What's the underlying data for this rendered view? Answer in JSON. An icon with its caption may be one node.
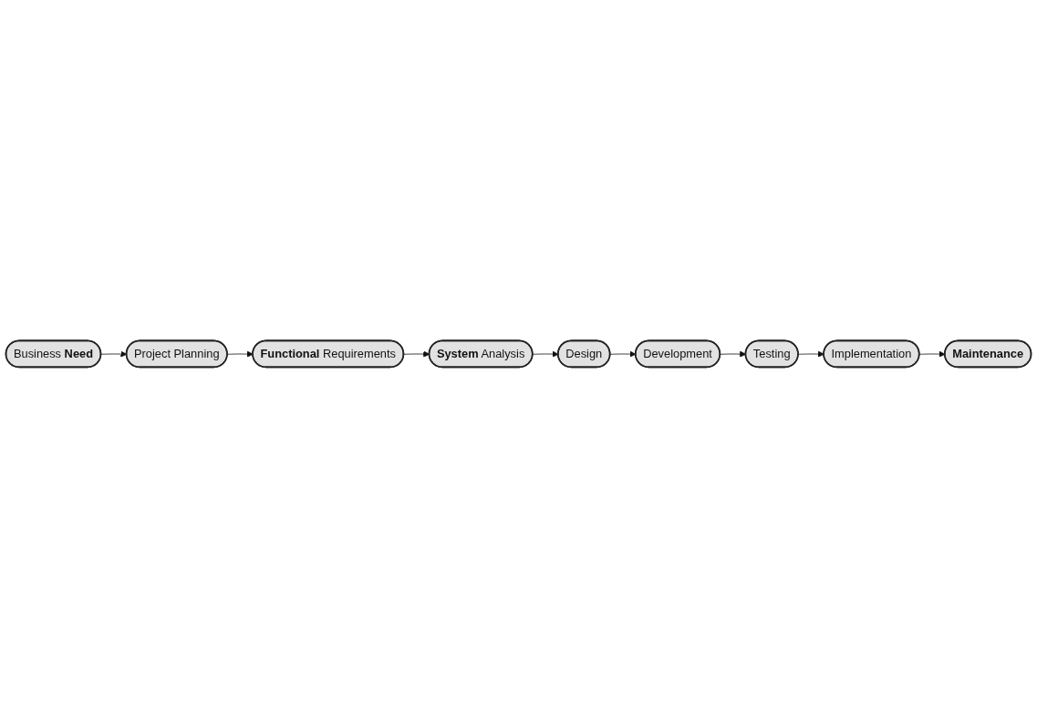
{
  "diagram": {
    "nodes": [
      {
        "text": [
          "Business **Need**"
        ]
      },
      {
        "text": [
          "Project Planning"
        ]
      },
      {
        "text": [
          "**Functional** Requirements"
        ]
      },
      {
        "text": [
          "**System** Analysis"
        ]
      },
      {
        "text": [
          "Design"
        ]
      },
      {
        "text": [
          "Development"
        ]
      },
      {
        "text": [
          "Testing"
        ]
      },
      {
        "text": [
          "Implementation"
        ]
      },
      {
        "text": [
          "Maintenance"
        ]
      }
    ],
    "edges": [
      {
        "from": 0,
        "to": 1,
        "arrow": "to"
      },
      {
        "from": 1,
        "to": 2,
        "arrow": "to"
      },
      {
        "from": 2,
        "to": 3,
        "arrow": "to"
      },
      {
        "from": 3,
        "to": 4,
        "arrow": "to"
      },
      {
        "from": 4,
        "to": 5,
        "arrow": "to"
      },
      {
        "from": 5,
        "to": 6,
        "arrow": "to"
      },
      {
        "from": 6,
        "to": 7,
        "arrow": "to"
      },
      {
        "from": 7,
        "to": 8,
        "arrow": "to"
      }
    ]
  }
}
